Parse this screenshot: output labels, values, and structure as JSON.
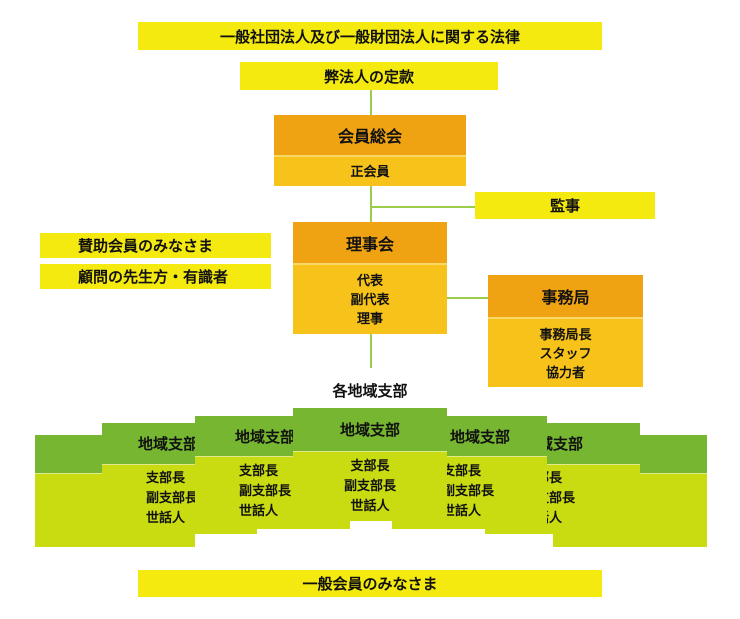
{
  "law_title": "一般社団法人及び一般財団法人に関する法律",
  "articles": "弊法人の定款",
  "general_assembly": {
    "title": "会員総会",
    "members": [
      "正会員"
    ]
  },
  "auditor": "監事",
  "supporters": [
    "賛助会員のみなさま",
    "顧問の先生方・有識者"
  ],
  "board": {
    "title": "理事会",
    "members": [
      "代表",
      "副代表",
      "理事"
    ]
  },
  "secretariat": {
    "title": "事務局",
    "members": [
      "事務局長",
      "スタッフ",
      "協力者"
    ]
  },
  "branches_label": "各地域支部",
  "branch": {
    "title": "地域支部",
    "members": [
      "支部長",
      "副支部長",
      "世話人"
    ]
  },
  "general_members": "一般会員のみなさま",
  "colors": {
    "yellow": "#f5ea0f",
    "orange_head": "#f0a312",
    "orange_body": "#f7c21a",
    "green_head": "#76b630",
    "green_body": "#c9dc12",
    "connector": "#9acd4a"
  }
}
